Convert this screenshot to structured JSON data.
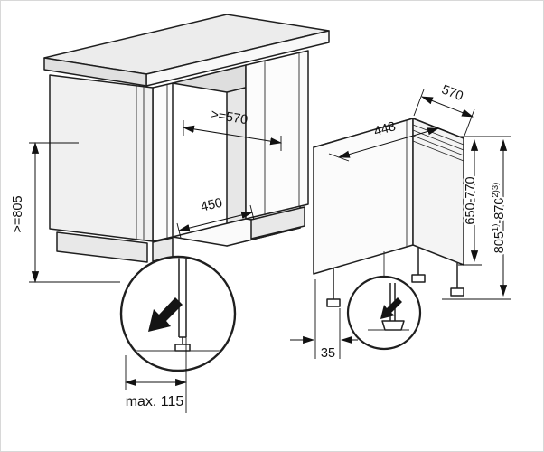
{
  "figure": {
    "type": "appliance-installation-diagram",
    "background": "#ffffff"
  },
  "colors": {
    "line": "#1f1f1f",
    "face_light": "#fbfbfb",
    "face_mid": "#ececec",
    "face_dark": "#e0e0e0",
    "arrow_black": "#141414"
  },
  "dimensions": {
    "niche_depth_min": ">=570",
    "niche_width": "450",
    "niche_height_min": ">=805",
    "appliance_depth": "570",
    "appliance_width": "448",
    "door_panel_height": "650-770",
    "appliance_height_min": "805",
    "appliance_height_note1": "1)",
    "appliance_height_rest": "-870",
    "appliance_height_note2": "2)3)",
    "foot_offset": "35",
    "plinth_depth_max": "max. 115"
  }
}
